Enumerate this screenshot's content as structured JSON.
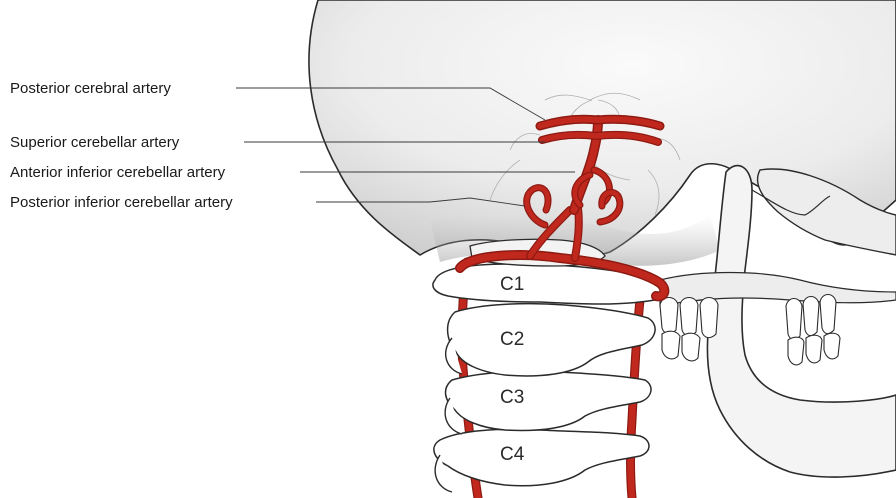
{
  "labels": {
    "posterior_cerebral_artery": "Posterior cerebral artery",
    "superior_cerebellar_artery": "Superior cerebellar artery",
    "anterior_inferior_cerebellar_artery": "Anterior inferior cerebellar artery",
    "posterior_inferior_cerebellar_artery": "Posterior inferior cerebellar artery"
  },
  "vertebrae": {
    "c1": "C1",
    "c2": "C2",
    "c3": "C3",
    "c4": "C4"
  },
  "colors": {
    "artery": "#c0281e",
    "artery_dark": "#8e1a12",
    "bone": "#ffffff",
    "skull": "#e8e8e8",
    "outline": "#2b2b2b"
  }
}
